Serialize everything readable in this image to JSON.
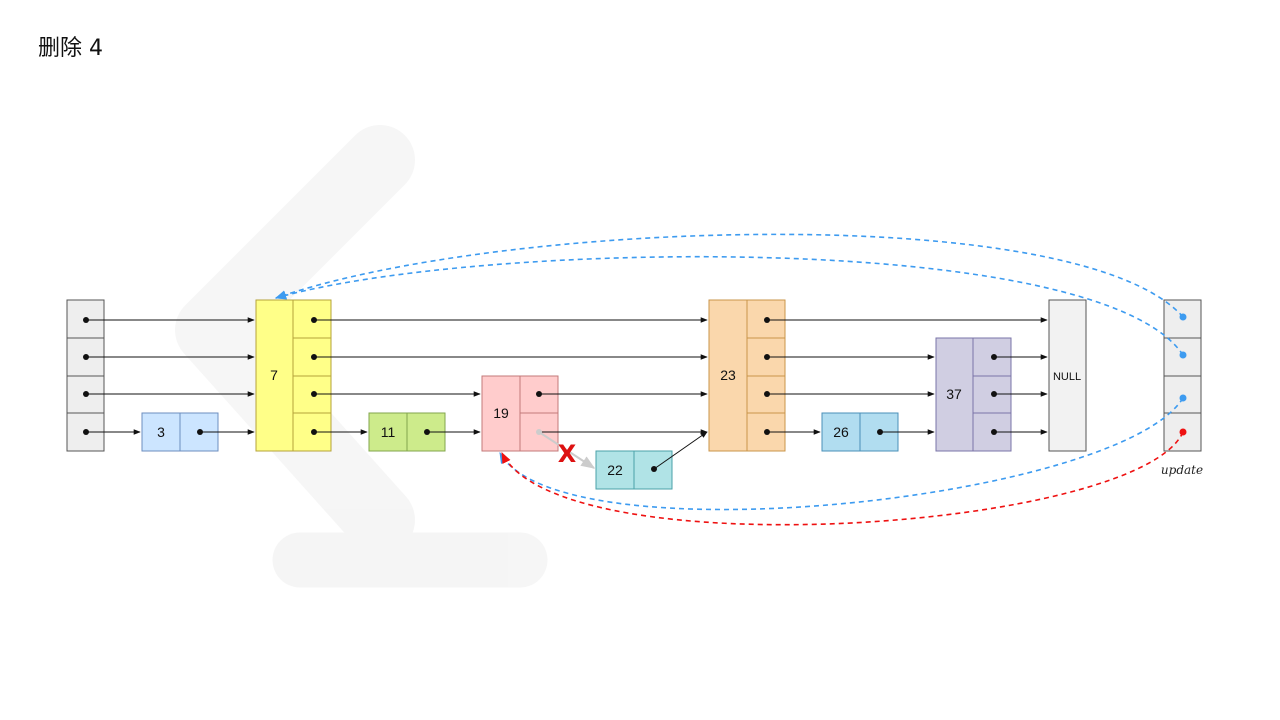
{
  "slide": {
    "title": "删除 4"
  },
  "diagram": {
    "head_label": "",
    "nodes": [
      {
        "key": "n3",
        "value": "3",
        "color": "#cce5ff",
        "border": "#6c8ebf"
      },
      {
        "key": "n7",
        "value": "7",
        "color": "#ffff88",
        "border": "#b5a33a"
      },
      {
        "key": "n11",
        "value": "11",
        "color": "#cdeb8b",
        "border": "#82a64c"
      },
      {
        "key": "n19",
        "value": "19",
        "color": "#ffcccc",
        "border": "#c37a7a"
      },
      {
        "key": "n22",
        "value": "22",
        "color": "#b0e3e6",
        "border": "#4aa1a8"
      },
      {
        "key": "n23",
        "value": "23",
        "color": "#fad7ac",
        "border": "#c9944a"
      },
      {
        "key": "n26",
        "value": "26",
        "color": "#b1ddf0",
        "border": "#4a90b8"
      },
      {
        "key": "n37",
        "value": "37",
        "color": "#d0cee2",
        "border": "#7a74a8"
      }
    ],
    "null_label": "NULL",
    "update_label": "update",
    "removed_mark": "X",
    "colors": {
      "head": "#eeeeee",
      "null": "#f2f2f2",
      "update_blue": "#3d9bf0",
      "update_red": "#ee1111",
      "arrow": "#111111",
      "removed_link": "#cccccc"
    }
  }
}
